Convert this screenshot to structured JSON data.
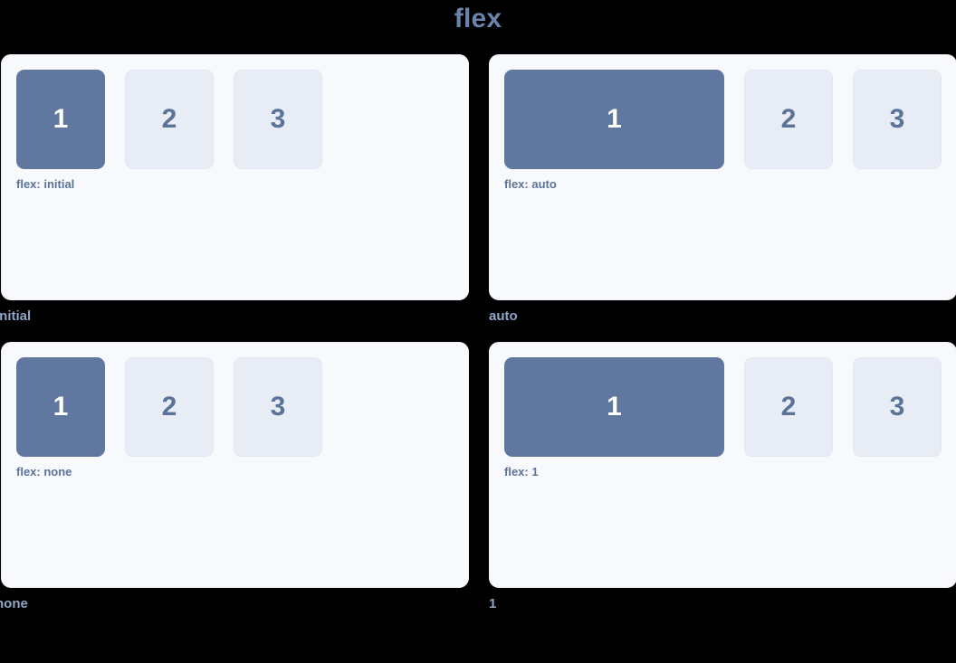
{
  "page": {
    "title": "flex",
    "background_color": "#000000",
    "title_color": "#6b84ab"
  },
  "theme": {
    "panel_background": "#f8f9fc",
    "panel_border": "#eef1f7",
    "box_primary_fill": "#60789f",
    "box_primary_text": "#fdfdfe",
    "box_secondary_fill": "#e8edf5",
    "box_secondary_border": "#e2e8f2",
    "box_secondary_text": "#5b7398",
    "note_color": "#5b7398",
    "caption_color": "#8fa6c6"
  },
  "demos": [
    {
      "variant": "initial",
      "note": "flex: initial",
      "caption": "initial",
      "boxes": [
        {
          "label": "1",
          "style": "primary"
        },
        {
          "label": "2",
          "style": "secondary"
        },
        {
          "label": "3",
          "style": "secondary"
        }
      ]
    },
    {
      "variant": "auto",
      "note": "flex: auto",
      "caption": "auto",
      "boxes": [
        {
          "label": "1",
          "style": "primary"
        },
        {
          "label": "2",
          "style": "secondary"
        },
        {
          "label": "3",
          "style": "secondary"
        }
      ]
    },
    {
      "variant": "none",
      "note": "flex: none",
      "caption": "none",
      "boxes": [
        {
          "label": "1",
          "style": "primary"
        },
        {
          "label": "2",
          "style": "secondary"
        },
        {
          "label": "3",
          "style": "secondary"
        }
      ]
    },
    {
      "variant": "one",
      "note": "flex: 1",
      "caption": "1",
      "boxes": [
        {
          "label": "1",
          "style": "primary"
        },
        {
          "label": "2",
          "style": "secondary"
        },
        {
          "label": "3",
          "style": "secondary"
        }
      ]
    }
  ]
}
